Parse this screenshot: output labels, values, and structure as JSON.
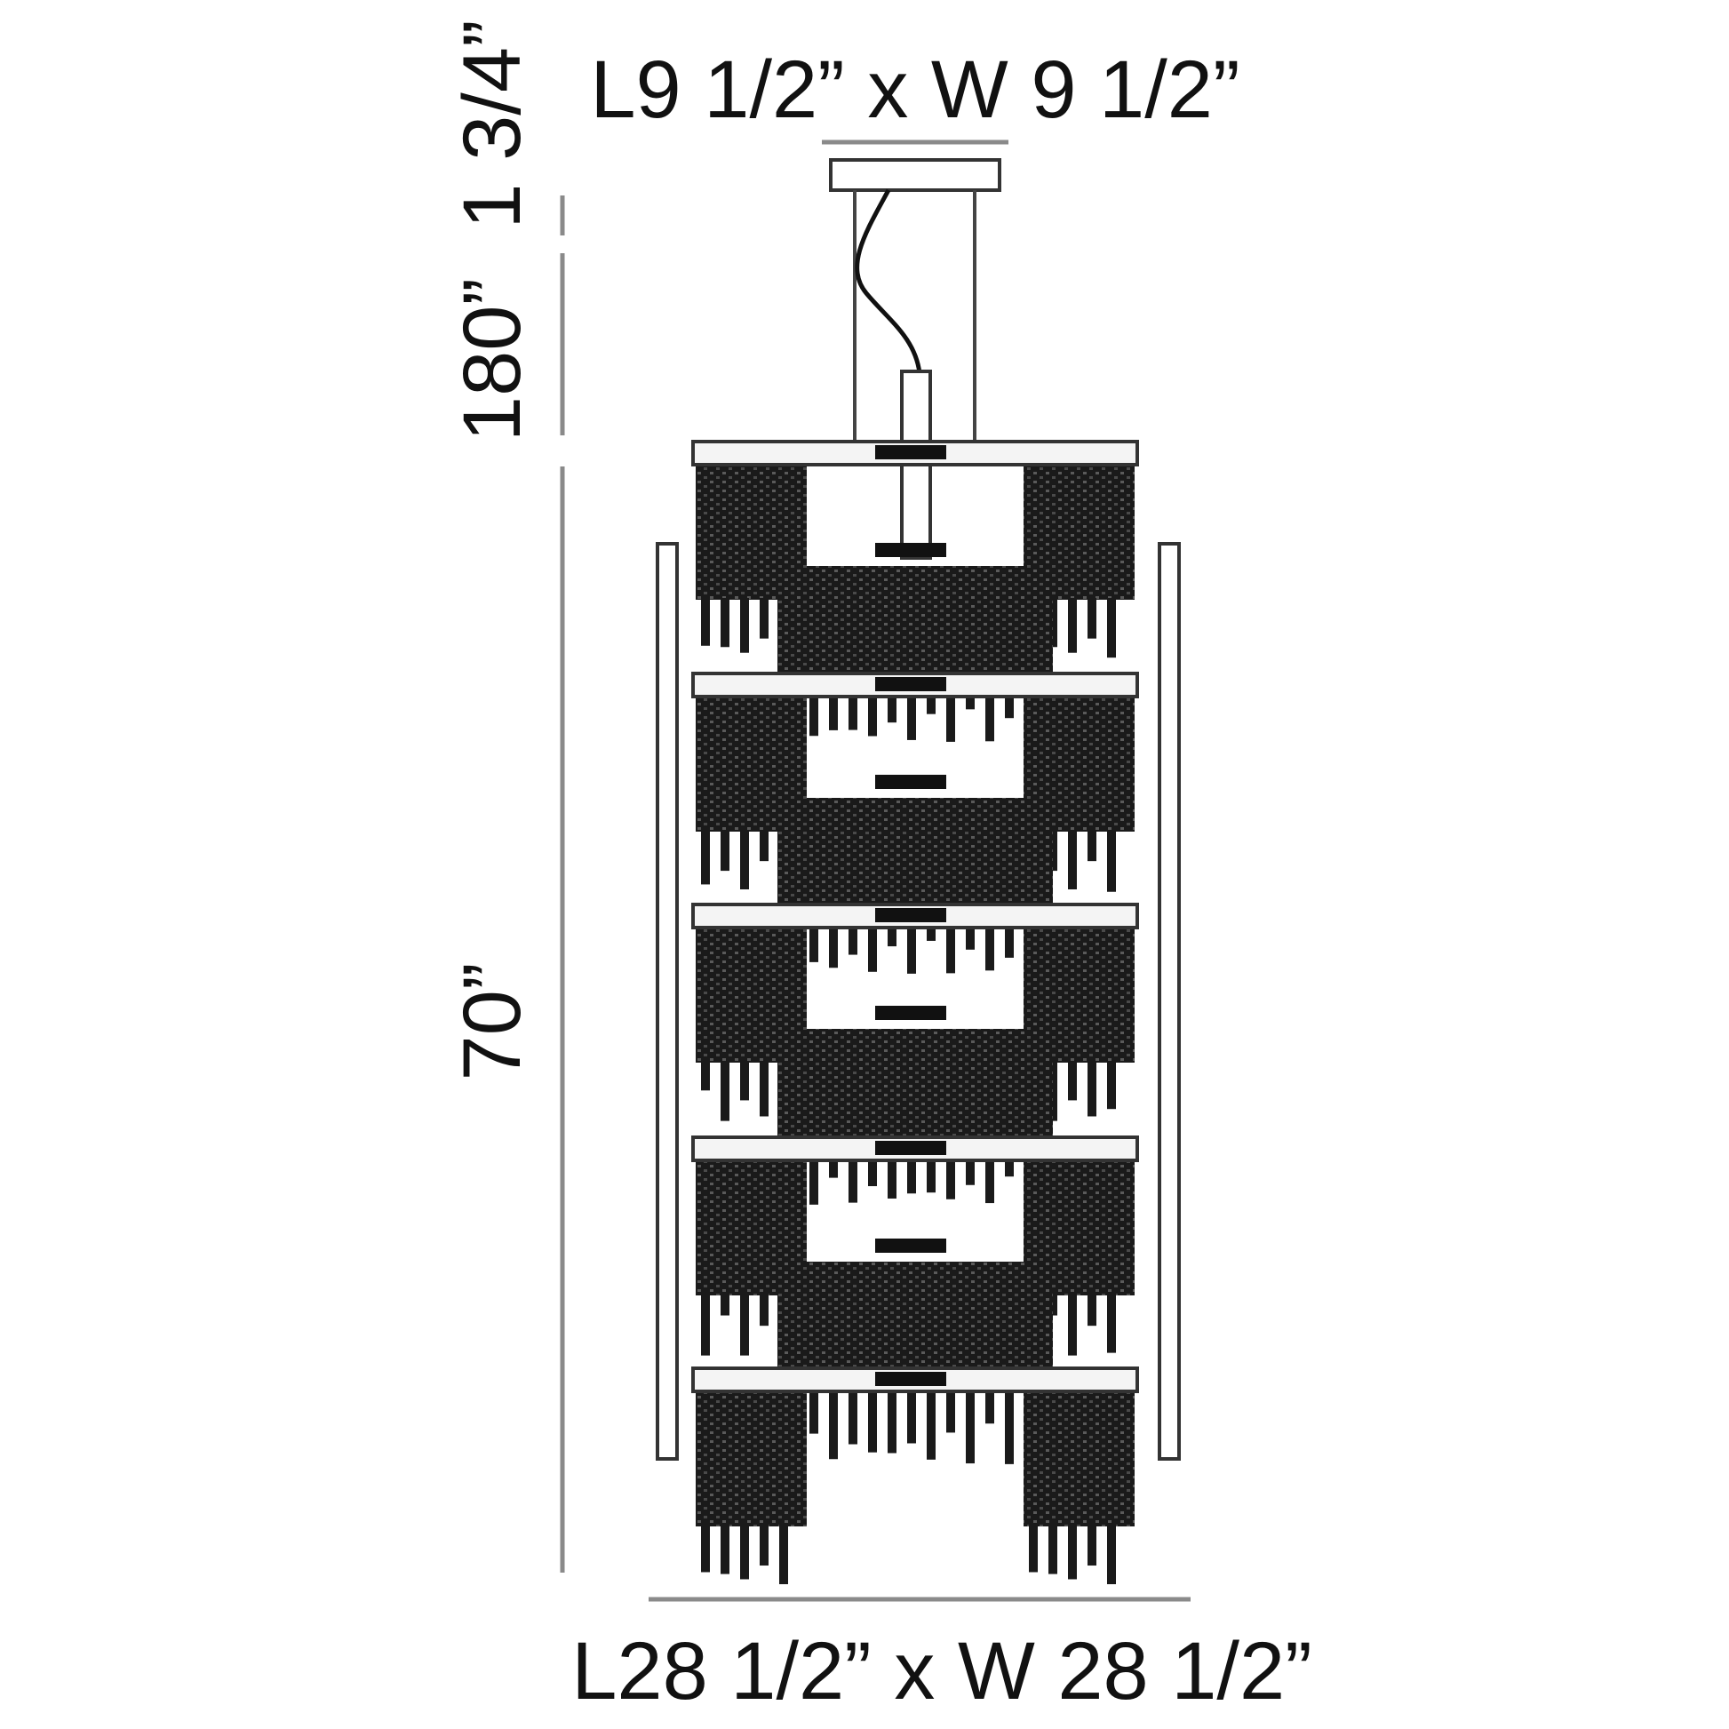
{
  "dimensions": {
    "canopy": "L9 1/2” x W 9 1/2”",
    "canopy_height": "1 3/4”",
    "cable_length": "180”",
    "fixture_height": "70”",
    "fixture_footprint": "L28 1/2” x W 28 1/2”"
  },
  "colors": {
    "ink": "#111111",
    "line": "#8a8a8a",
    "crystal": "#1a1a1a",
    "ring": "#f4f4f4"
  }
}
